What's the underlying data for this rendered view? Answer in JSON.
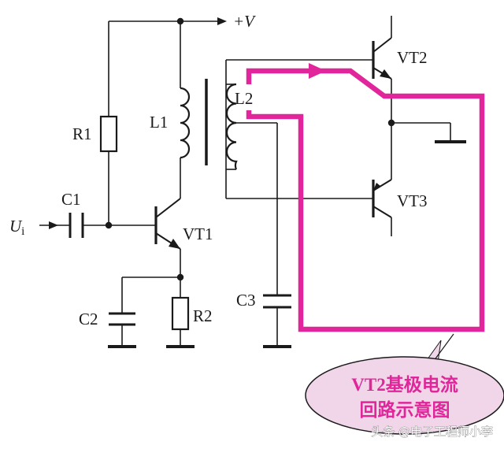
{
  "labels": {
    "supply": "+V",
    "input": "U",
    "input_sub": "i",
    "r1": "R1",
    "r2": "R2",
    "c1": "C1",
    "c2": "C2",
    "c3": "C3",
    "l1": "L1",
    "l2": "L2",
    "vt1": "VT1",
    "vt2": "VT2",
    "vt3": "VT3"
  },
  "callout": {
    "line1": "VT2基极电流",
    "line2": "回路示意图"
  },
  "watermark": "头条 @电子工程师小李",
  "colors": {
    "wire": "#1a1a1a",
    "highlight": "#e0269a",
    "callout_fill": "#f0d6e8",
    "callout_text": "#e0269a"
  }
}
